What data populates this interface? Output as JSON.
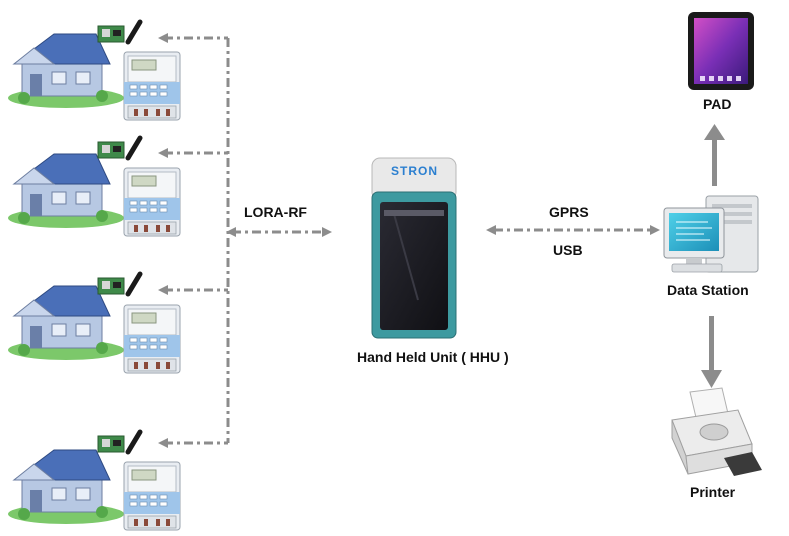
{
  "labels": {
    "lora_rf": "LORA-RF",
    "gprs": "GPRS",
    "usb": "USB",
    "hhu": "Hand Held Unit ( HHU )",
    "pad": "PAD",
    "data_station": "Data Station",
    "printer": "Printer",
    "hhu_brand": "STRON"
  },
  "colors": {
    "connector_gray": "#8c8c8c",
    "roof_blue": "#4a6fb8",
    "house_wall": "#b7c8e3",
    "meter_blue": "#9fc5ea",
    "hhu_body": "#3d9aa0",
    "hhu_screen": "#1b1b22",
    "grass": "#7cc86a"
  },
  "icons": [
    "house-icon",
    "meter-icon",
    "rf-module-icon",
    "tablet-icon",
    "computer-icon",
    "printer-icon",
    "handheld-terminal-icon"
  ]
}
